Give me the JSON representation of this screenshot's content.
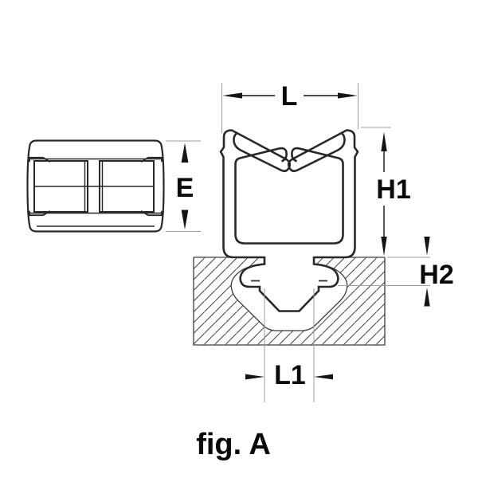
{
  "figure": {
    "caption": "fig. A",
    "dimensions": {
      "top_width": "L",
      "side_height": "E",
      "clip_height": "H1",
      "anchor_depth": "H2",
      "slot_width": "L1"
    },
    "colors": {
      "background": "#ffffff",
      "part_line": "#2b2724",
      "thin_line": "#3f3f3f",
      "hatch": "#4a4a4a",
      "extension_line": "#9c9c9c",
      "dimension_line": "#141414",
      "label_text": "#0a0a0a"
    }
  }
}
